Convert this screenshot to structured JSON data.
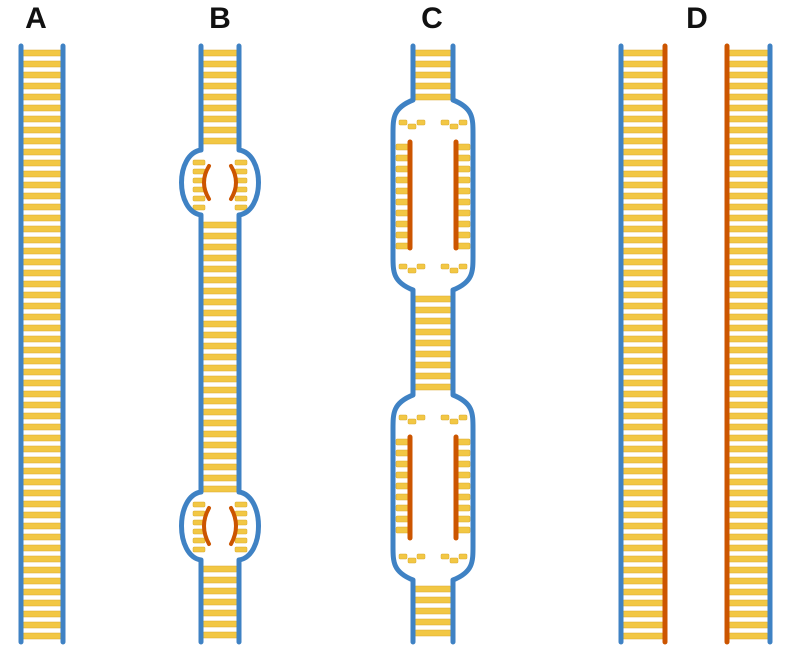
{
  "panels": [
    {
      "id": "A",
      "label": "A",
      "stage": "unreplicated",
      "bubbles": 0
    },
    {
      "id": "B",
      "label": "B",
      "stage": "initiation",
      "bubbles": 2
    },
    {
      "id": "C",
      "label": "C",
      "stage": "elongation",
      "bubbles": 2
    },
    {
      "id": "D",
      "label": "D",
      "stage": "separated-daughters",
      "bubbles": 0
    }
  ],
  "colors": {
    "backbone_parent": "#3f82c4",
    "backbone_new": "#cc5500",
    "base_pair": "#f2c744",
    "background": "#ffffff",
    "label": "#111111"
  }
}
